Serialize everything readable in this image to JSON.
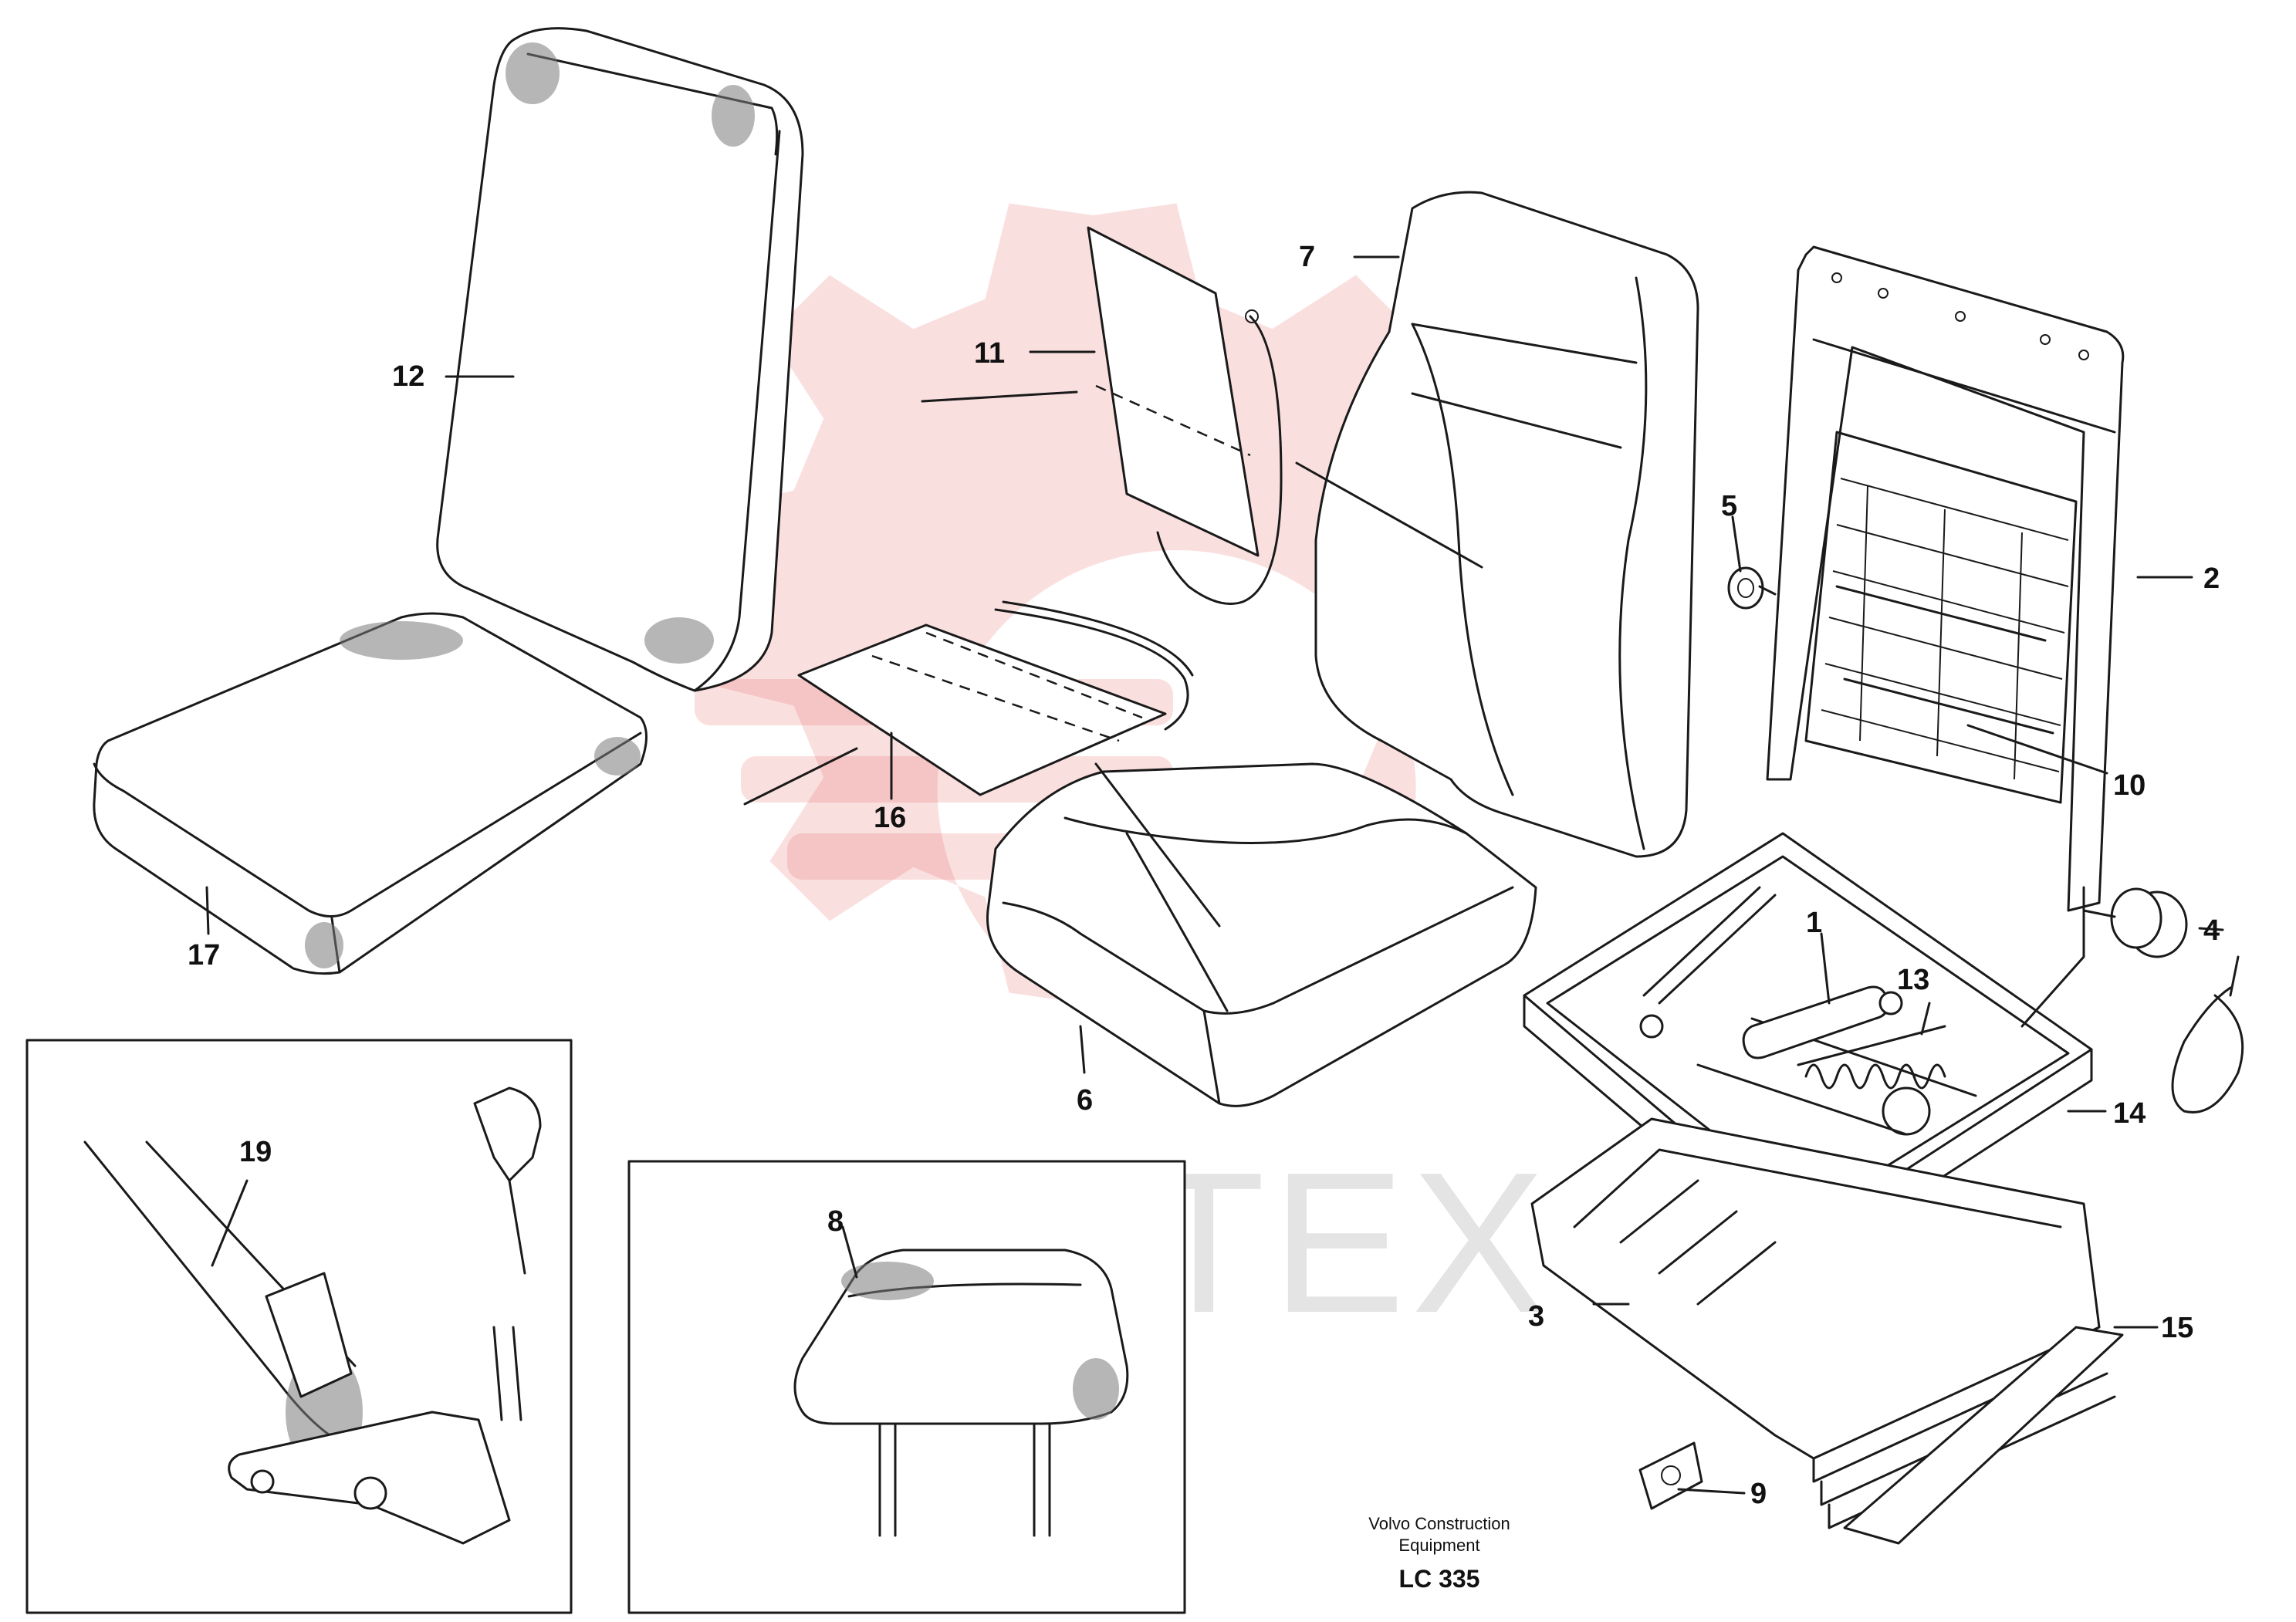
{
  "callouts": {
    "c1": "1",
    "c2": "2",
    "c3": "3",
    "c4": "4",
    "c5": "5",
    "c6": "6",
    "c7": "7",
    "c8": "8",
    "c9": "9",
    "c10": "10",
    "c11": "11",
    "c12": "12",
    "c13": "13",
    "c14": "14",
    "c15": "15",
    "c16": "16",
    "c17": "17",
    "c19": "19"
  },
  "watermark": {
    "text": "ИНТЕХ",
    "color": "#e23a3a"
  },
  "footer": {
    "company_line1": "Volvo Construction",
    "company_line2": "Equipment",
    "code": "LC 335"
  }
}
